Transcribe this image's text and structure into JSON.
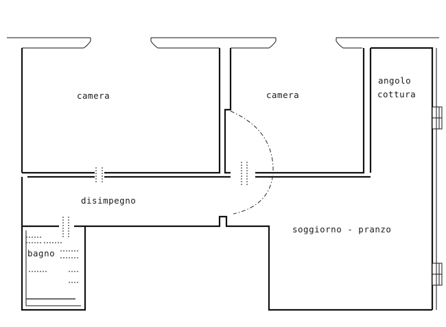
{
  "rooms": {
    "camera_left": "camera",
    "camera_right": "camera",
    "angolo_cottura_line1": "angolo",
    "angolo_cottura_line2": "cottura",
    "disimpegno": "disimpegno",
    "soggiorno_pranzo": "soggiorno - pranzo",
    "bagno": "bagno"
  }
}
